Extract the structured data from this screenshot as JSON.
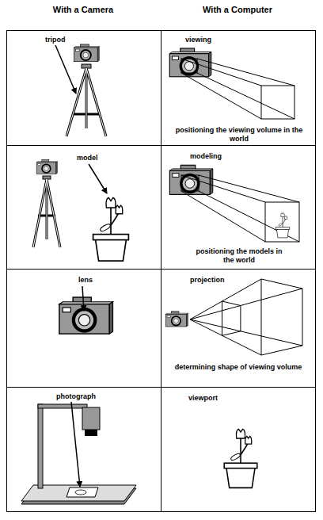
{
  "diagram": {
    "nodes": [
      {
        "text": [
          "tripod"
        ]
      },
      {
        "text": [
          "viewing",
          "positioning the viewing volume in the world"
        ]
      },
      {
        "text": [
          "model"
        ]
      },
      {
        "text": [
          "modeling",
          "positioning the models in the world"
        ]
      },
      {
        "text": [
          "lens"
        ]
      },
      {
        "text": [
          "projection",
          "determining shape of viewing volume"
        ]
      },
      {
        "text": [
          "photograph"
        ]
      },
      {
        "text": [
          "viewport"
        ]
      }
    ],
    "labels": [
      "With a Camera",
      "With a Computer"
    ]
  }
}
